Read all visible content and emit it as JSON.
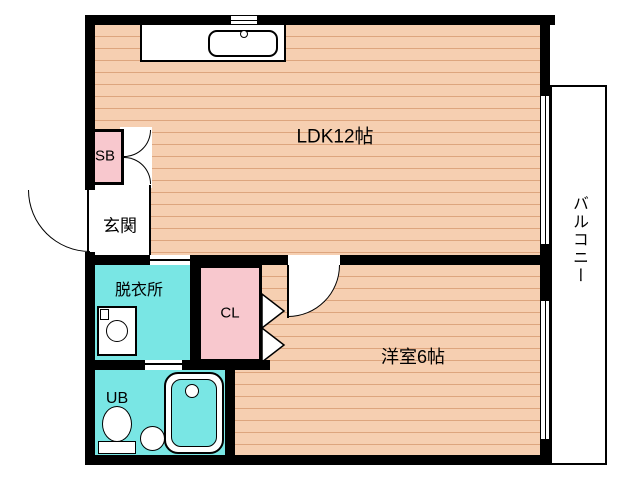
{
  "rooms": {
    "ldk": {
      "label": "LDK12帖"
    },
    "western": {
      "label": "洋室6帖"
    },
    "balcony": {
      "label": "バルコニー"
    },
    "entrance": {
      "label": "玄関"
    },
    "dressing": {
      "label": "脱衣所"
    },
    "closet": {
      "label": "CL"
    },
    "shoe_box": {
      "label": "SB"
    },
    "unit_bath": {
      "label": "UB"
    }
  },
  "fixtures": {
    "kitchen_sink": "kitchen-sink-icon",
    "bathtub": "bathtub-icon",
    "toilet": "toilet-icon",
    "washbasin": "washbasin-icon",
    "washing_machine": "washing-machine-icon"
  },
  "colors": {
    "wall": "#000000",
    "flooring": "#F6CFB1",
    "flooring_stripe": "#DDA57E",
    "wet_area": "#79E6E4",
    "storage_pink": "#F8C8CE",
    "background": "#FFFFFF"
  }
}
